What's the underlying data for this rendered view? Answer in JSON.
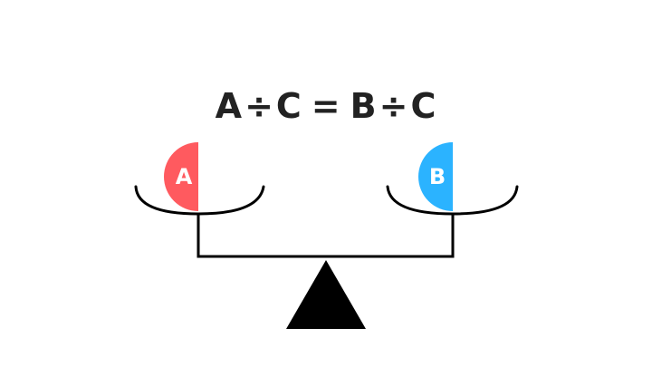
{
  "equation": {
    "left_1": "A",
    "op_1": "÷",
    "right_1": "C",
    "equals": "=",
    "left_2": "B",
    "op_2": "÷",
    "right_2": "C"
  },
  "balls": {
    "left": {
      "label": "A",
      "color": "#ff5a5f"
    },
    "right": {
      "label": "B",
      "color": "#2bb3ff"
    }
  },
  "colors": {
    "stroke": "#000000",
    "text": "#222222"
  }
}
